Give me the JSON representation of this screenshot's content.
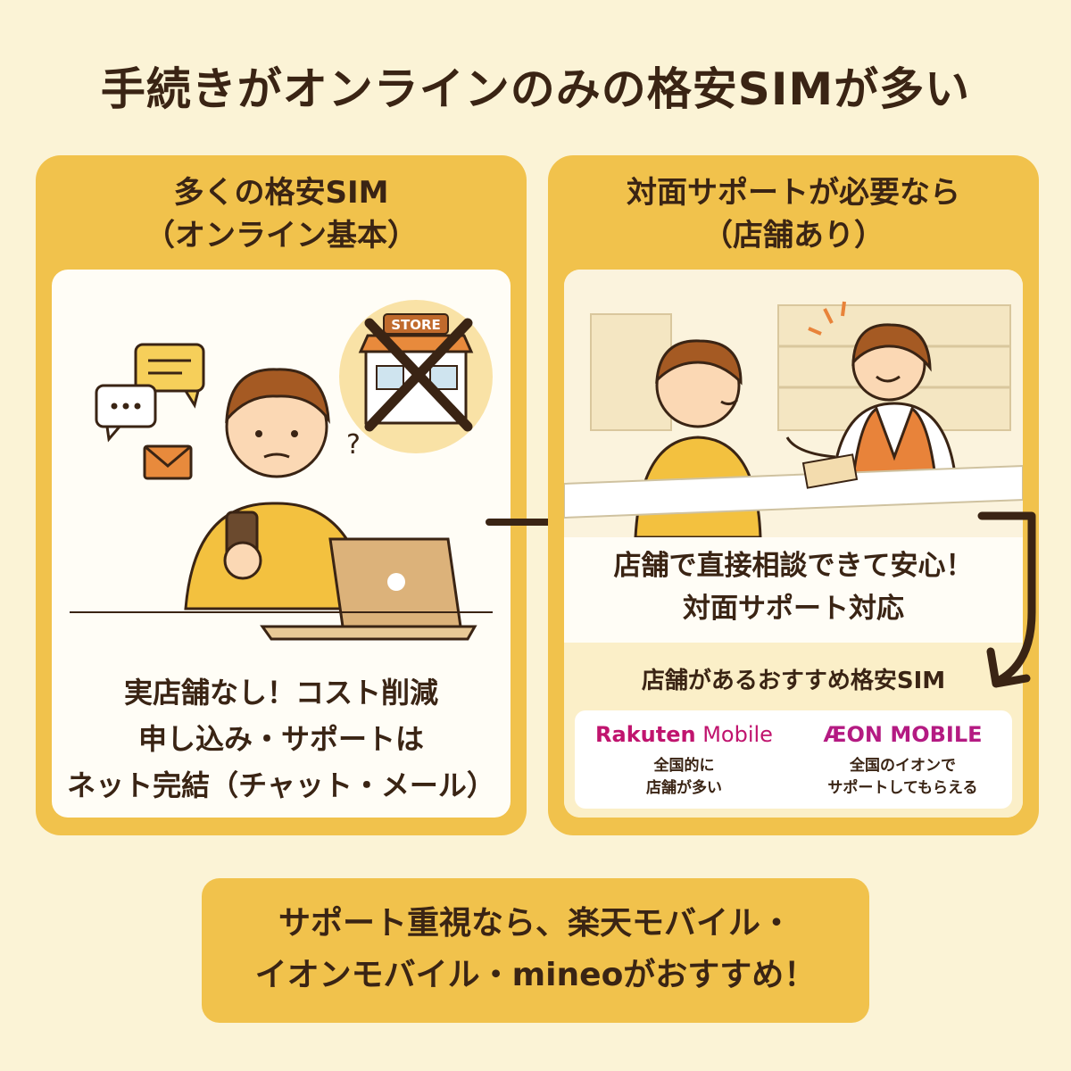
{
  "title": "手続きがオンラインのみの格安SIMが多い",
  "left": {
    "head_line1": "多くの格安SIM",
    "head_line2": "（オンライン基本）",
    "store_sign": "STORE",
    "question_mark": "?",
    "caption_line1": "実店舗なし！コスト削減",
    "caption_line2": "申し込み・サポートは",
    "caption_line3": "ネット完結（チャット・メール）"
  },
  "right": {
    "head_line1": "対面サポートが必要なら",
    "head_line2": "（店舗あり）",
    "caption_line1": "店舗で直接相談できて安心！",
    "caption_line2": "対面サポート対応",
    "reco_title": "店舗があるおすすめ格安SIM",
    "brands": [
      {
        "logo_bold": "Rakuten",
        "logo_light": " Mobile",
        "note_line1": "全国的に",
        "note_line2": "店舗が多い"
      },
      {
        "logo_bold": "ÆON MOBILE",
        "logo_light": "",
        "note_line1": "全国のイオンで",
        "note_line2": "サポートしてもらえる"
      }
    ]
  },
  "bottom": {
    "line1": "サポート重視なら、楽天モバイル・",
    "line2": "イオンモバイル・mineoがおすすめ！"
  },
  "colors": {
    "background": "#fbf3d6",
    "panel": "#f1c24c",
    "text": "#3a2414",
    "rakuten": "#c0146e",
    "aeon": "#b41a82"
  }
}
